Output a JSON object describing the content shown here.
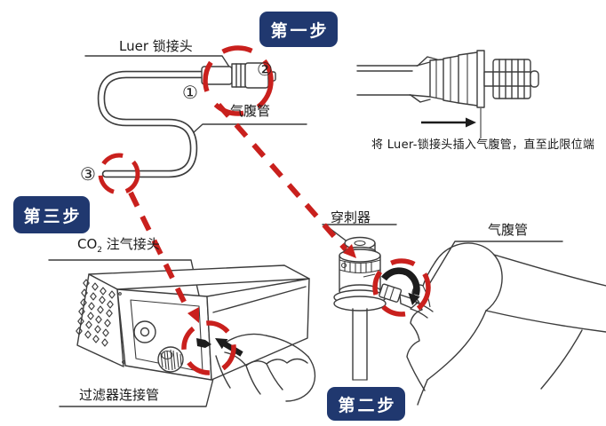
{
  "figure": {
    "badges": {
      "step1": "第一步",
      "step2": "第二步",
      "step3": "第三步"
    },
    "labels": {
      "luer_lock": "Luer 锁接头",
      "insufflation_tube_top": "气腹管",
      "insufflation_tube_right": "气腹管",
      "co2": {
        "prefix": "CO",
        "sub": "2",
        "suffix": " 注气接头"
      },
      "trocar": "穿刺器",
      "filter_tube": "过滤器连接管"
    },
    "callouts": {
      "n1": "①",
      "n2": "②",
      "n3": "③"
    },
    "inset_caption": "将 Luer-锁接头插入气腹管，直至此限位端",
    "colors": {
      "badge-bg": "#20386f",
      "badge-text": "#ffffff",
      "accent-red": "#c9201d",
      "line": "#3c3c3c",
      "text": "#1a1a1a"
    }
  }
}
